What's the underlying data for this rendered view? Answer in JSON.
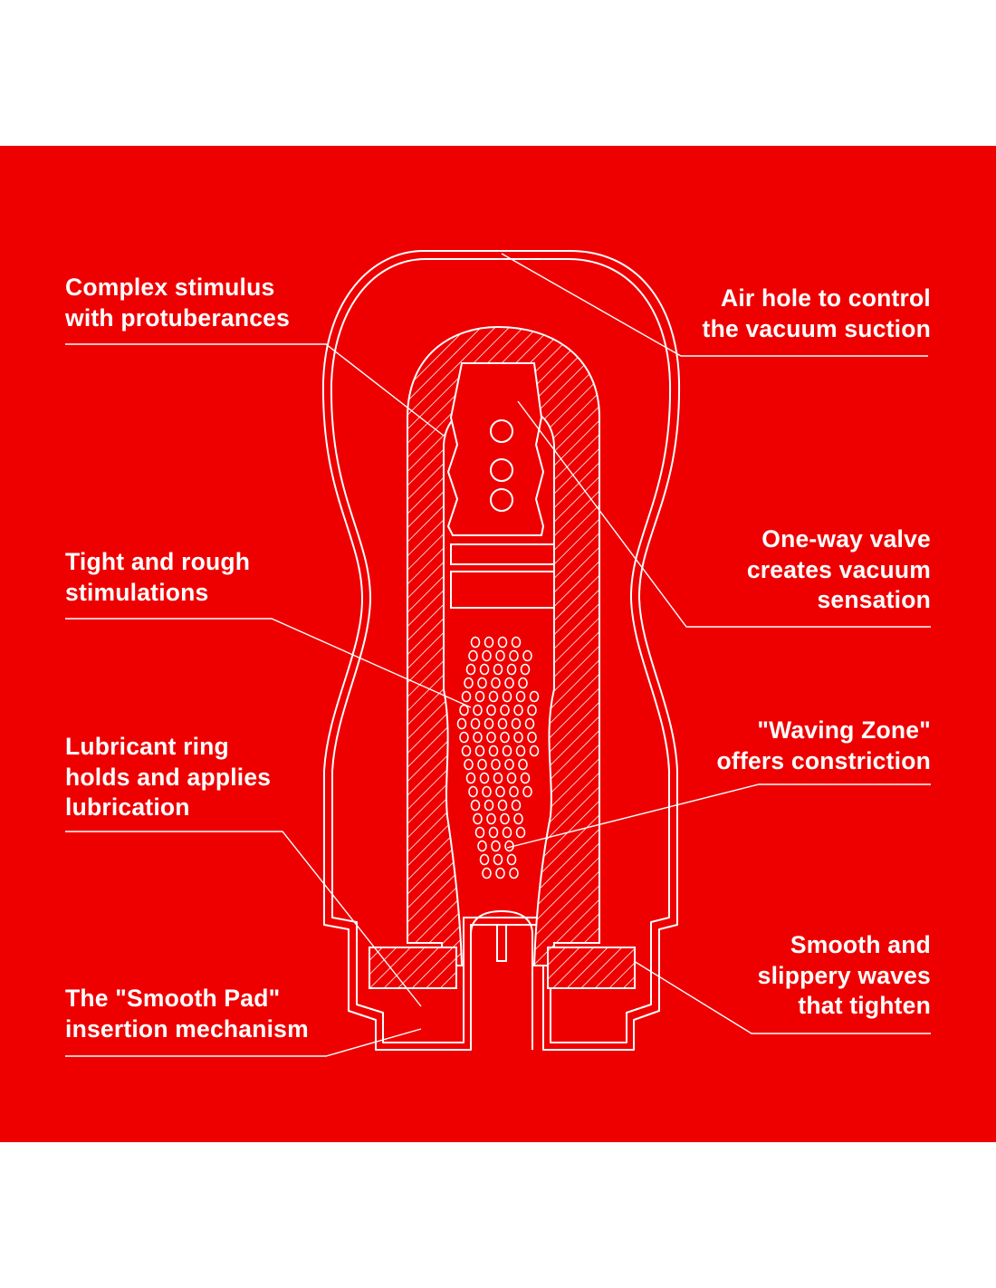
{
  "colors": {
    "background": "#ee0000",
    "line": "#ffffff",
    "page": "#ffffff"
  },
  "labels": {
    "complex_stimulus": "Complex stimulus\nwith protuberances",
    "tight_rough": "Tight and rough\nstimulations",
    "lubricant_ring": "Lubricant ring\nholds and applies\nlubrication",
    "smooth_pad": "The \"Smooth Pad\"\ninsertion mechanism",
    "air_hole": "Air hole to control\nthe vacuum suction",
    "one_way_valve": "One-way valve\ncreates vacuum\nsensation",
    "waving_zone": "\"Waving Zone\"\noffers constriction",
    "smooth_waves": "Smooth and\nslippery waves\nthat tighten"
  }
}
